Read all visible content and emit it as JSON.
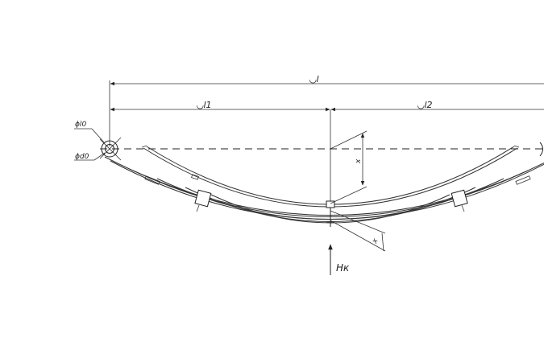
{
  "labels": {
    "span_total": "◡l",
    "span_left": "◡l1",
    "span_right": "◡l2",
    "eye_top": "ϕl0",
    "eye_bottom": "ϕd0",
    "vertical_x": "x",
    "oblique_x": "x",
    "load": "Hк"
  },
  "colors": {
    "line": "#222222",
    "background": "#ffffff"
  }
}
